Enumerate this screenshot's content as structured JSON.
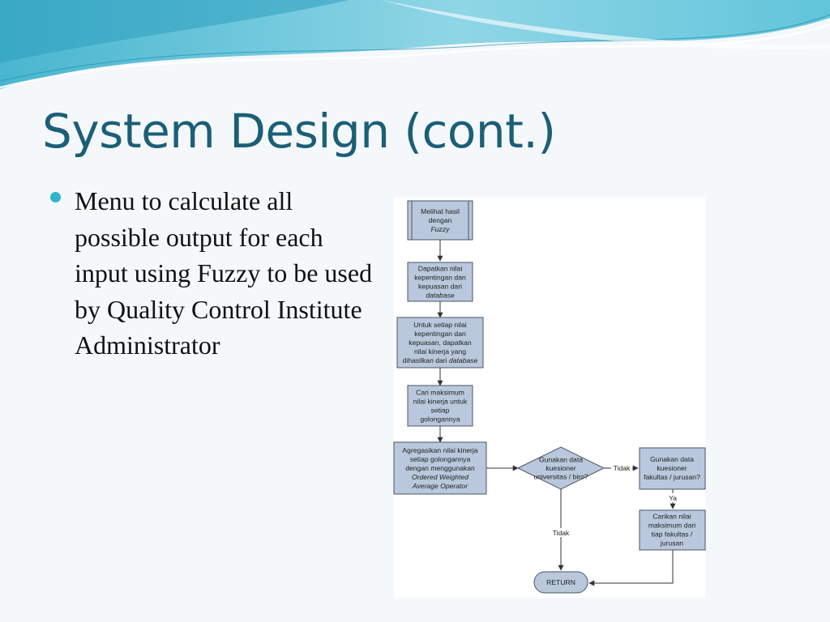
{
  "slide": {
    "title": "System Design (cont.)",
    "bullets": [
      "Menu to calculate all possible output for each input using Fuzzy to be used by Quality Control Institute Administrator"
    ]
  },
  "colors": {
    "title": "#1b5f77",
    "bullet": "#2fb5c9",
    "node_fill": "#b9c8dc",
    "node_stroke": "#4a5568"
  },
  "flowchart": {
    "nodes": {
      "n1": {
        "lines": [
          [
            {
              "t": "Melihat hasil"
            }
          ],
          [
            {
              "t": "dengan"
            }
          ],
          [
            {
              "t": "Fuzzy",
              "i": true
            }
          ]
        ]
      },
      "n2": {
        "lines": [
          [
            {
              "t": "Dapatkan nilai"
            }
          ],
          [
            {
              "t": "kepentingan dan"
            }
          ],
          [
            {
              "t": "kepuasan dari"
            }
          ],
          [
            {
              "t": "database",
              "i": true
            }
          ]
        ]
      },
      "n3": {
        "lines": [
          [
            {
              "t": "Untuk setiap nilai"
            }
          ],
          [
            {
              "t": "kepentingan dan"
            }
          ],
          [
            {
              "t": "kepuasan, dapatkan"
            }
          ],
          [
            {
              "t": "nilai kinerja yang"
            }
          ],
          [
            {
              "t": "dihasilkan dari "
            },
            {
              "t": "database",
              "i": true
            }
          ]
        ]
      },
      "n4": {
        "lines": [
          [
            {
              "t": "Cari maksimum"
            }
          ],
          [
            {
              "t": "nilai kinerja untuk"
            }
          ],
          [
            {
              "t": "setiap"
            }
          ],
          [
            {
              "t": "golongannya"
            }
          ]
        ]
      },
      "n5": {
        "lines": [
          [
            {
              "t": "Agregasikan nilai kinerja"
            }
          ],
          [
            {
              "t": "setiap golongannya"
            }
          ],
          [
            {
              "t": "dengan menggunakan"
            }
          ],
          [
            {
              "t": "Ordered Weighted",
              "i": true
            }
          ],
          [
            {
              "t": "Average Operator",
              "i": true
            }
          ]
        ]
      },
      "n6": {
        "lines": [
          [
            {
              "t": "Gunakan data"
            }
          ],
          [
            {
              "t": "kuesioner"
            }
          ],
          [
            {
              "t": "universitas / biro?"
            }
          ]
        ]
      },
      "n7": {
        "lines": [
          [
            {
              "t": "Gunakan data"
            }
          ],
          [
            {
              "t": "kuesioner"
            }
          ],
          [
            {
              "t": "fakultas / jurusan?"
            }
          ]
        ]
      },
      "n8": {
        "lines": [
          [
            {
              "t": "Carikan nilai"
            }
          ],
          [
            {
              "t": "maksimum dari"
            }
          ],
          [
            {
              "t": "tiap fakultas /"
            }
          ],
          [
            {
              "t": "jurusan"
            }
          ]
        ]
      },
      "n9": {
        "lines": [
          [
            {
              "t": "RETURN"
            }
          ]
        ]
      }
    },
    "edge_labels": {
      "tidak_right": "Tidak",
      "ya": "Ya",
      "tidak_down": "Tidak"
    }
  }
}
